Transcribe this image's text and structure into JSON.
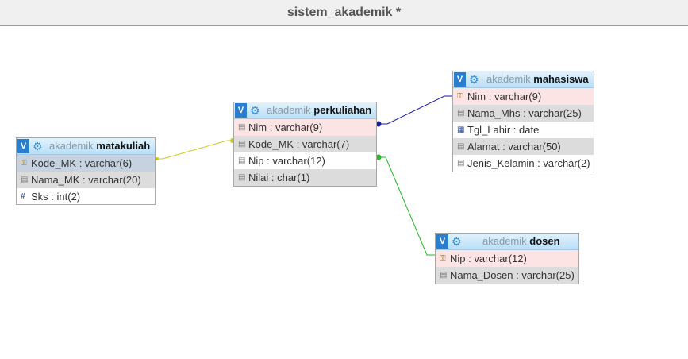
{
  "window": {
    "title": "sistem_akademik *"
  },
  "tables": {
    "matakuliah": {
      "db": "akademik",
      "name": "matakuliah",
      "toggle": "V",
      "fields": [
        {
          "label": "Kode_MK : varchar(6)",
          "icon": "key-icon"
        },
        {
          "label": "Nama_MK : varchar(20)",
          "icon": "text-field-icon"
        },
        {
          "label": "Sks : int(2)",
          "icon": "hash-icon"
        }
      ]
    },
    "perkuliahan": {
      "db": "akademik",
      "name": "perkuliahan",
      "toggle": "V",
      "fields": [
        {
          "label": "Nim : varchar(9)",
          "icon": "text-field-icon"
        },
        {
          "label": "Kode_MK : varchar(7)",
          "icon": "text-field-icon"
        },
        {
          "label": "Nip : varchar(12)",
          "icon": "text-field-icon"
        },
        {
          "label": "Nilai : char(1)",
          "icon": "text-field-icon"
        }
      ]
    },
    "mahasiswa": {
      "db": "akademik",
      "name": "mahasiswa",
      "toggle": "V",
      "fields": [
        {
          "label": "Nim : varchar(9)",
          "icon": "key-icon"
        },
        {
          "label": "Nama_Mhs : varchar(25)",
          "icon": "text-field-icon"
        },
        {
          "label": "Tgl_Lahir : date",
          "icon": "calendar-icon"
        },
        {
          "label": "Alamat : varchar(50)",
          "icon": "text-field-icon"
        },
        {
          "label": "Jenis_Kelamin : varchar(2)",
          "icon": "text-field-icon"
        }
      ]
    },
    "dosen": {
      "db": "akademik",
      "name": "dosen",
      "toggle": "V",
      "fields": [
        {
          "label": "Nip : varchar(12)",
          "icon": "key-icon"
        },
        {
          "label": "Nama_Dosen : varchar(25)",
          "icon": "text-field-icon"
        }
      ]
    }
  },
  "relations": [
    {
      "from": "perkuliahan.Nim",
      "to": "mahasiswa.Nim",
      "color": "#1a1aaa"
    },
    {
      "from": "perkuliahan.Kode_MK",
      "to": "matakuliah.Kode_MK",
      "color": "#cccc22"
    },
    {
      "from": "perkuliahan.Nip",
      "to": "dosen.Nip",
      "color": "#22bb22"
    }
  ],
  "colors": {
    "header_gradient_top": "#e2f2fc",
    "header_gradient_bottom": "#b9dff7",
    "primary_key_row": "#fde4e4",
    "alternate_row": "#dcdcdc",
    "selected_row": "#c6d2e0"
  }
}
